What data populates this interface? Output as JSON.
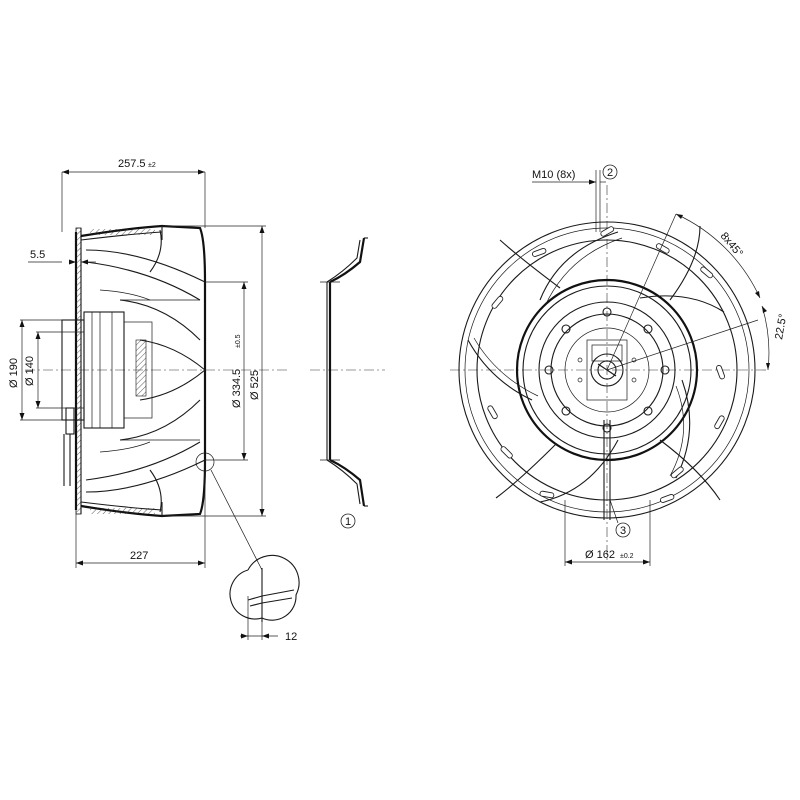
{
  "side_view": {
    "dim_width_value": "257.5",
    "dim_width_tol": "±2",
    "dim_flange_offset": "5.5",
    "dim_dia_190": "Ø 190",
    "dim_dia_140": "Ø 140",
    "dim_dia_334": "Ø 334.5",
    "dim_dia_334_tol": "±0.5",
    "dim_dia_525": "Ø 525",
    "dim_depth": "227",
    "detail_dim": "12"
  },
  "inlet_ring": {
    "callout_1": "1"
  },
  "front_view": {
    "thread_label": "M10 (8x)",
    "callout_2": "2",
    "callout_3": "3",
    "angle_8x45": "8x45°",
    "angle_22_5": "22.5°",
    "dim_dia_162": "Ø 162",
    "dim_dia_162_tol": "±0.2"
  }
}
